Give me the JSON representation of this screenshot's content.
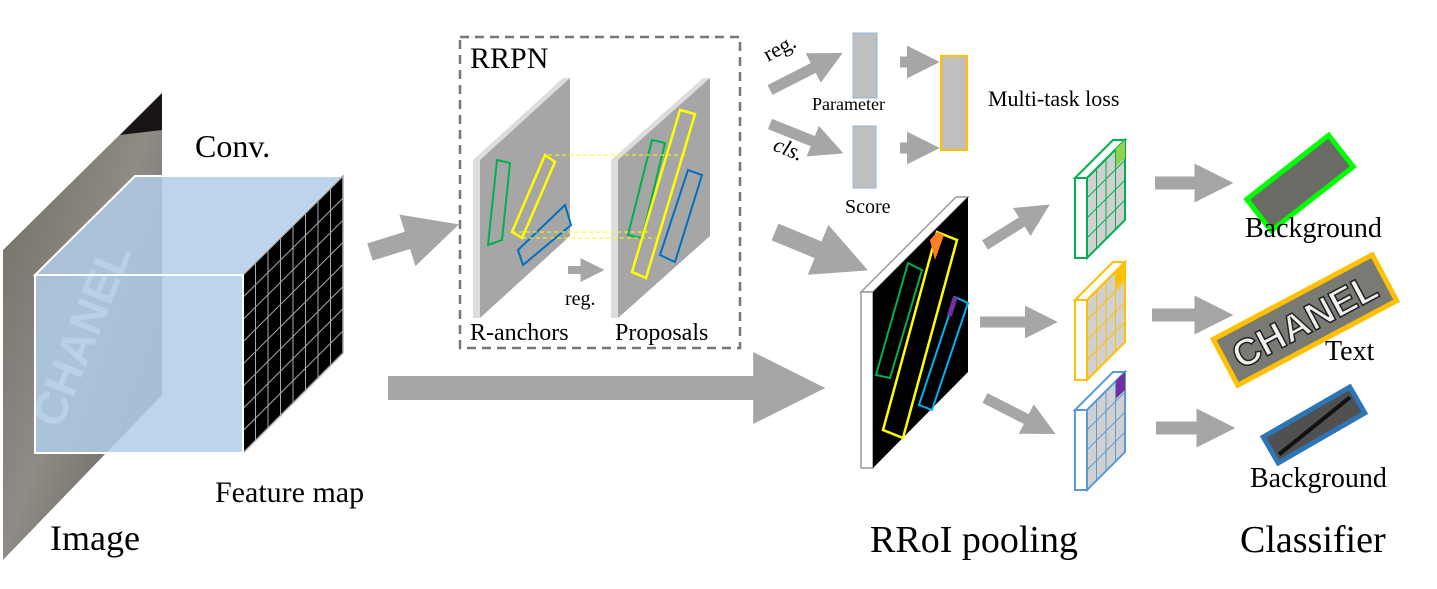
{
  "labels": {
    "image": "Image",
    "conv": "Conv.",
    "feature_map": "Feature map",
    "rrpn": "RRPN",
    "r_anchors": "R-anchors",
    "proposals": "Proposals",
    "inner_reg": "reg.",
    "top_reg": "reg.",
    "top_cls": "cls.",
    "parameter": "Parameter",
    "score": "Score",
    "multi_task_loss": "Multi-task loss",
    "rroi_pooling": "RRoI pooling",
    "classifier": "Classifier",
    "class_1": "Background",
    "class_2": "Text",
    "class_3": "Background",
    "chanel_word": "CHANEL"
  },
  "colors": {
    "arrow": "#a6a6a6",
    "green": "#00b050",
    "yellow": "#ffff00",
    "orange": "#ffc000",
    "blue": "#0070c0",
    "light_blue": "#5b9bd5",
    "cube_face": "#b0cde9",
    "purple": "#7030a0"
  }
}
